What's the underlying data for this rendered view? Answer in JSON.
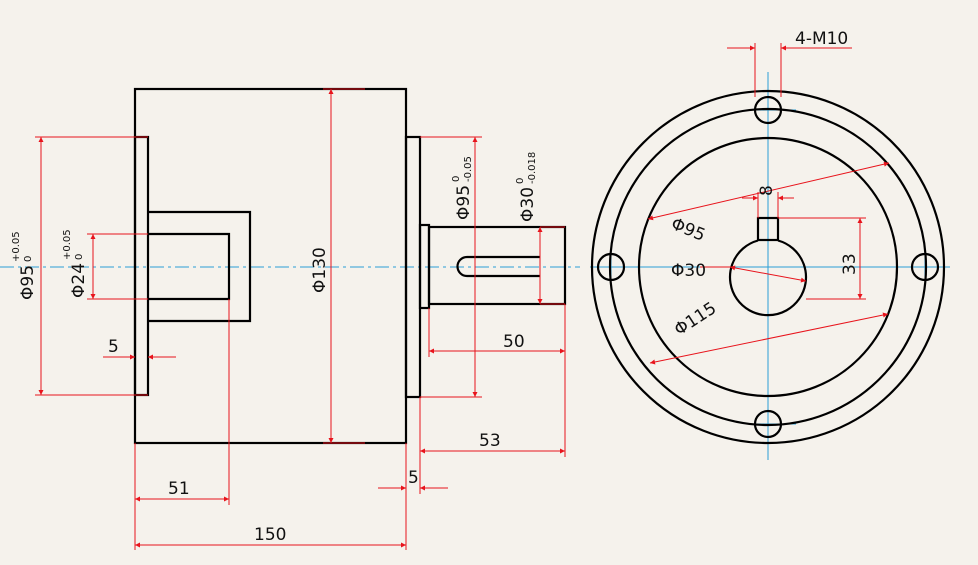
{
  "dimensions": {
    "phi95_bore": "Φ95",
    "phi95_bore_tol_upper": "+0.05",
    "phi95_bore_tol_lower": "0",
    "phi24": "Φ24",
    "phi24_tol_upper": "+0.05",
    "phi24_tol_lower": "0",
    "phi130": "Φ130",
    "phi95_boss": "Φ95",
    "phi95_boss_tol_upper": "0",
    "phi95_boss_tol_lower": "-0.05",
    "phi30_shaft": "Φ30",
    "phi30_shaft_tol_upper": "0",
    "phi30_shaft_tol_lower": "-0.018",
    "len_5_left": "5",
    "len_5_right": "5",
    "len_51": "51",
    "len_150": "150",
    "len_50": "50",
    "len_53": "53",
    "holes": "4-M10",
    "key_8": "8",
    "key_33": "33",
    "circle_phi95": "Φ95",
    "circle_phi30": "Φ30",
    "circle_phi115": "Φ115"
  }
}
